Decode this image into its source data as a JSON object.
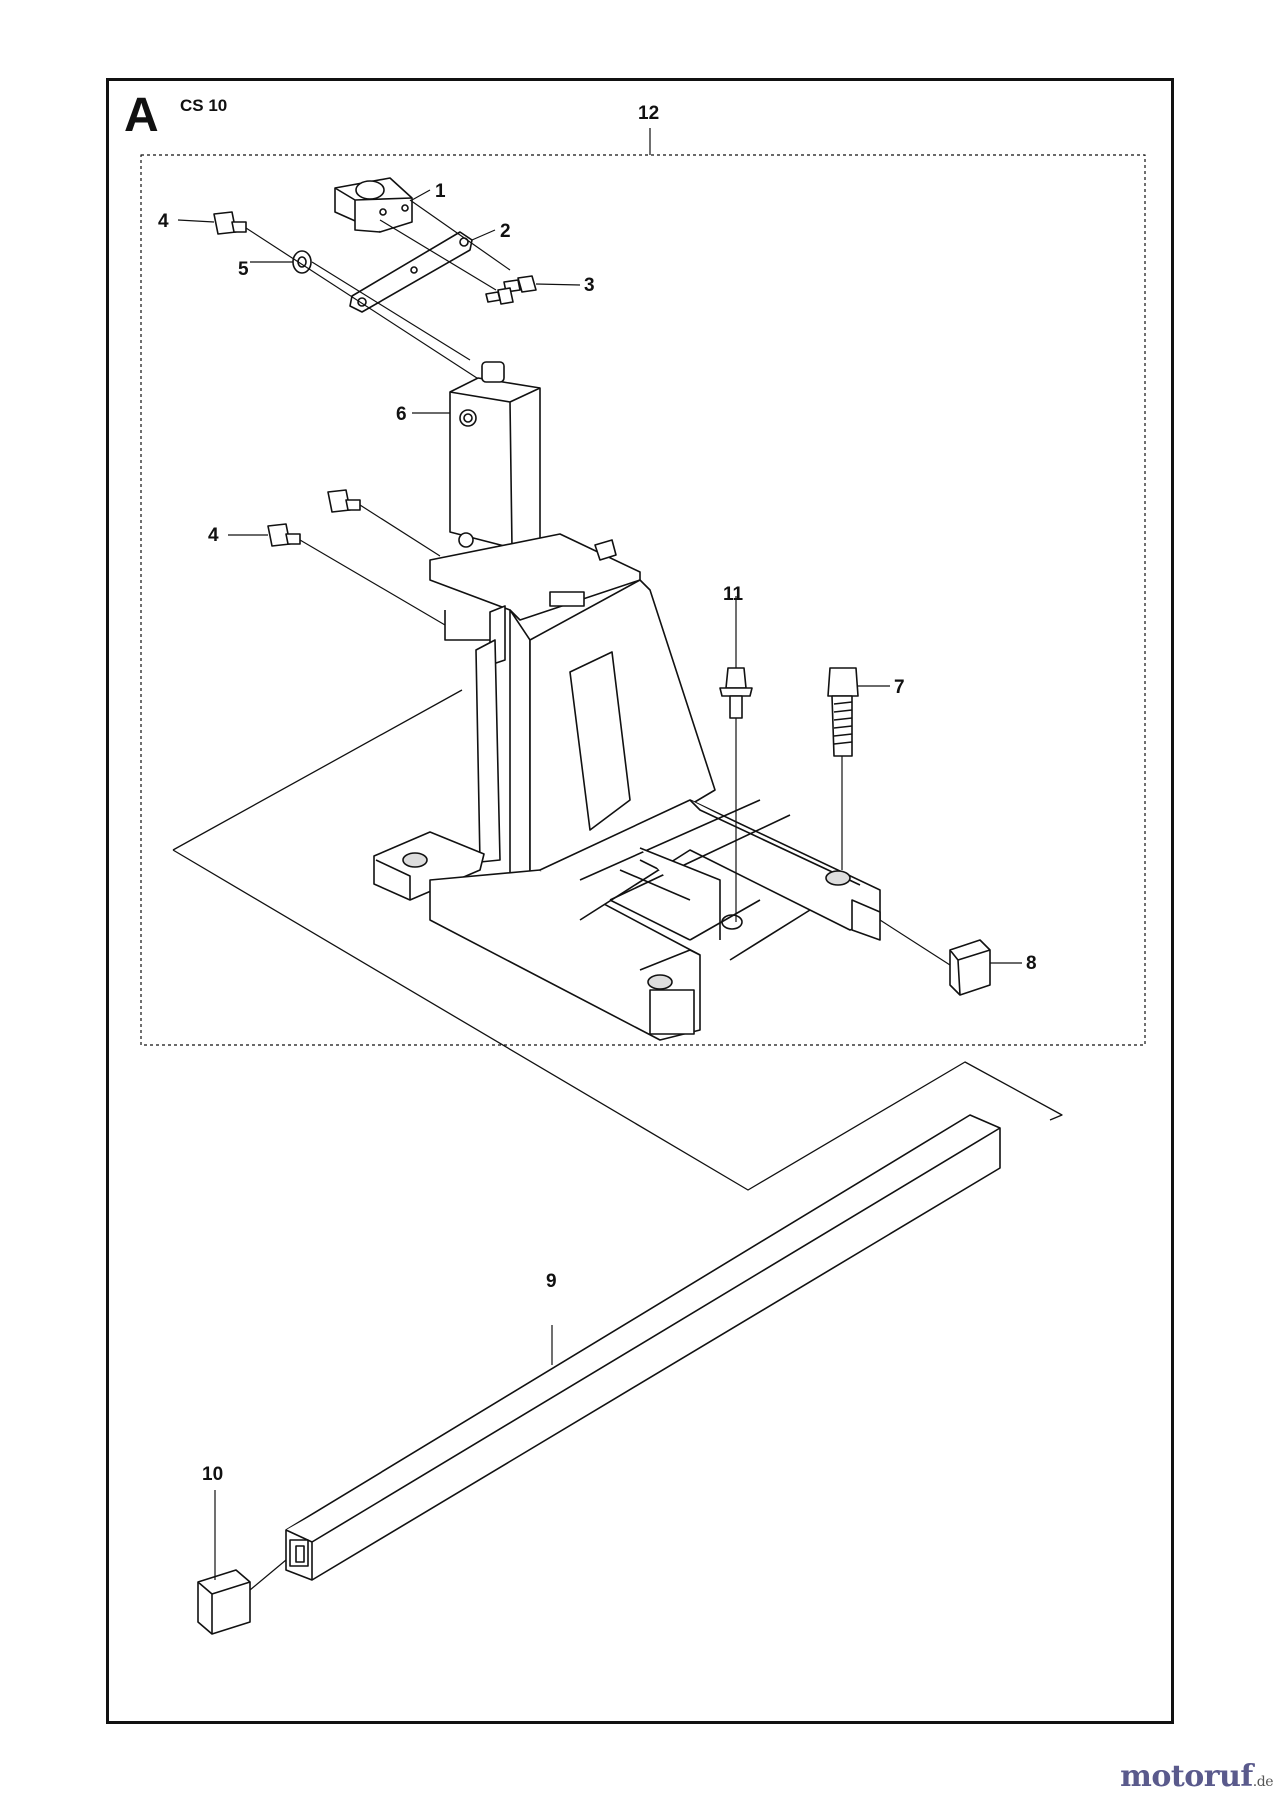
{
  "header": {
    "letter": "A",
    "model": "CS 10"
  },
  "callouts": [
    "1",
    "2",
    "3",
    "4",
    "4",
    "5",
    "6",
    "7",
    "8",
    "9",
    "10",
    "11",
    "12"
  ],
  "watermark": {
    "main": "motoruf",
    "suffix": ".de"
  },
  "colors": {
    "line": "#111111",
    "part_fill": "#ffffff",
    "shade": "#e6e6e6"
  }
}
